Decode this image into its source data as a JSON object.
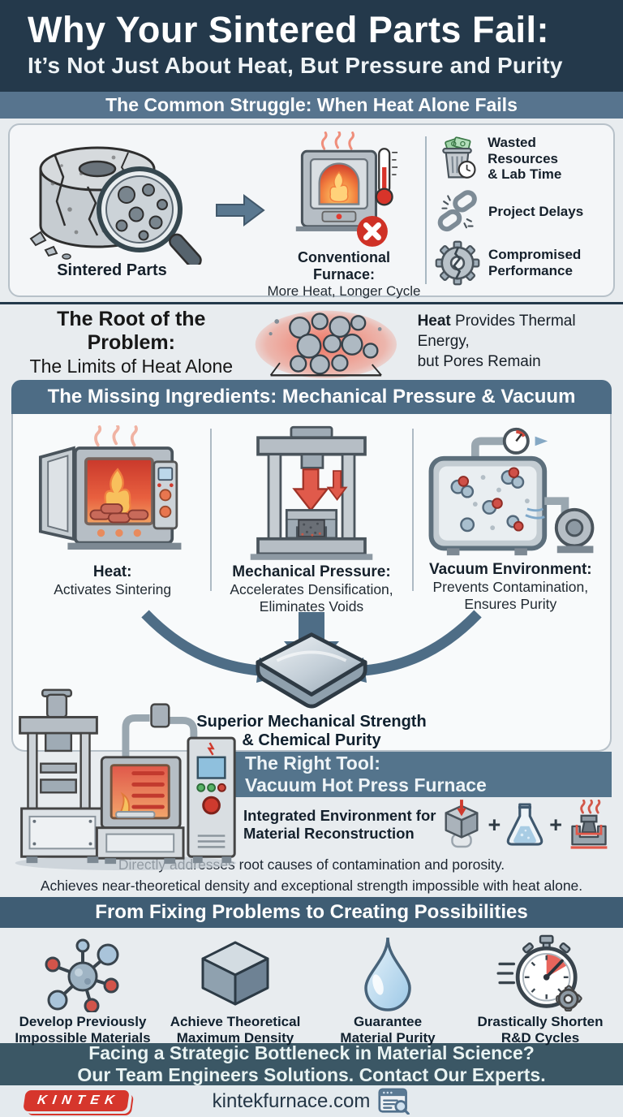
{
  "colors": {
    "header_bg": "#24394b",
    "section_band": "#57748e",
    "ingredients_band": "#4d6c85",
    "tool_bar": "#54748c",
    "possibilities_band": "#3f5d74",
    "cta_band": "#3b5765",
    "accent_red": "#cf3a2e",
    "logo_red": "#d6362c",
    "panel_bg": "#f4f6f8",
    "page_bg": "#e8ecef"
  },
  "header": {
    "title": "Why Your Sintered Parts Fail:",
    "subtitle": "It’s Not Just About Heat, But Pressure and Purity"
  },
  "struggle": {
    "band": "The Common Struggle: When Heat Alone Fails",
    "sintered_label": "Sintered Parts",
    "furnace_title": "Conventional Furnace:",
    "furnace_desc": "More Heat, Longer Cycle",
    "impacts": [
      {
        "icon": "wasted-resources-icon",
        "line1": "Wasted Resources",
        "line2": "& Lab Time"
      },
      {
        "icon": "broken-chain-icon",
        "line1": "Project Delays",
        "line2": ""
      },
      {
        "icon": "cracked-gear-icon",
        "line1": "Compromised",
        "line2": "Performance"
      }
    ]
  },
  "root": {
    "title": "The Root of the Problem:",
    "subtitle": "The Limits of Heat Alone",
    "note_bold": "Heat",
    "note_rest": " Provides Thermal Energy,",
    "note_line2": "but Pores Remain"
  },
  "ingredients": {
    "band": "The Missing Ingredients: Mechanical Pressure & Vacuum",
    "items": [
      {
        "title": "Heat:",
        "desc1": "Activates Sintering",
        "desc2": ""
      },
      {
        "title": "Mechanical Pressure:",
        "desc1": "Accelerates Densification,",
        "desc2": "Eliminates Voids"
      },
      {
        "title": "Vacuum Environment:",
        "desc1": "Prevents Contamination,",
        "desc2": "Ensures Purity"
      }
    ],
    "result_line1": "Superior Mechanical Strength",
    "result_line2": "& Chemical Purity"
  },
  "tool": {
    "band_line1": "The Right Tool:",
    "band_line2": "Vacuum Hot Press Furnace",
    "sub_line1": "Integrated Environment for",
    "sub_line2": "Material Reconstruction",
    "plus": "+",
    "desc_line1": "Directly addresses root causes of contamination and porosity.",
    "desc_line2": "Achieves near-theoretical density and exceptional strength impossible with heat alone."
  },
  "possibilities": {
    "band": "From Fixing Problems to Creating Possibilities",
    "benefits": [
      {
        "icon": "molecule-icon",
        "line1": "Develop Previously",
        "line2": "Impossible Materials"
      },
      {
        "icon": "cube-icon",
        "line1": "Achieve Theoretical",
        "line2": "Maximum Density"
      },
      {
        "icon": "droplet-icon",
        "line1": "Guarantee",
        "line2": "Material Purity"
      },
      {
        "icon": "stopwatch-icon",
        "line1": "Drastically Shorten",
        "line2": "R&D Cycles"
      }
    ]
  },
  "cta": {
    "line1": "Facing a Strategic Bottleneck in Material Science?",
    "line2": "Our Team Engineers Solutions. Contact Our Experts."
  },
  "footer": {
    "logo": "KINTEK",
    "domain": "kintekfurnace.com"
  }
}
